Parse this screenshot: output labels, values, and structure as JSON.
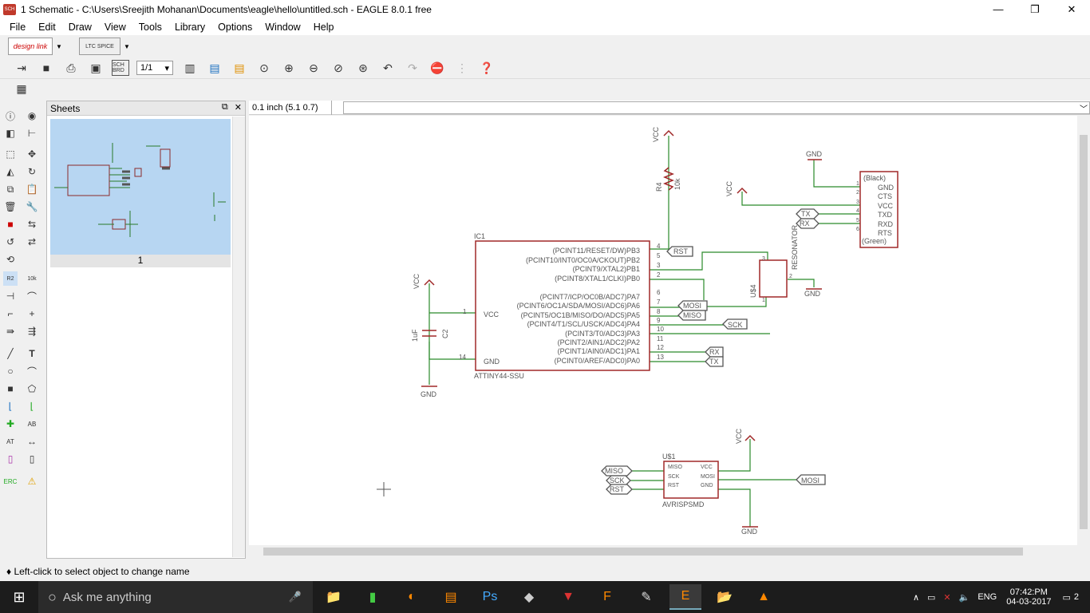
{
  "window": {
    "title": "1 Schematic - C:\\Users\\Sreejith Mohanan\\Documents\\eagle\\hello\\untitled.sch - EAGLE 8.0.1 free",
    "app_icon": "SCH",
    "minimize": "—",
    "restore": "❐",
    "close": "✕"
  },
  "menu": [
    "File",
    "Edit",
    "Draw",
    "View",
    "Tools",
    "Library",
    "Options",
    "Window",
    "Help"
  ],
  "toolbar": {
    "designlink": "design link",
    "ltspice": "LTC SPICE",
    "sheet_select": "1/1",
    "sch_brd": "SCH BRD"
  },
  "sheets": {
    "title": "Sheets",
    "page_label": "1"
  },
  "coord": {
    "value": "0.1 inch (5.1 0.7)"
  },
  "status": {
    "text": "♦ Left-click to select object to change name"
  },
  "taskbar": {
    "search_placeholder": "Ask me anything",
    "time": "07:42:PM",
    "date": "04-03-2017",
    "lang": "ENG",
    "notif_count": "2"
  },
  "schematic": {
    "ic": {
      "name": "IC1",
      "part": "ATTINY44-SSU",
      "left_pins": [
        {
          "num": "1",
          "label": "VCC"
        },
        {
          "num": "14",
          "label": "GND"
        }
      ],
      "right_pins": [
        {
          "num": "4",
          "label": "(PCINT11/RESET/DW)PB3"
        },
        {
          "num": "5",
          "label": "(PCINT10/INT0/OC0A/CKOUT)PB2"
        },
        {
          "num": "3",
          "label": "(PCINT9/XTAL2)PB1"
        },
        {
          "num": "2",
          "label": "(PCINT8/XTAL1/CLKI)PB0"
        },
        {
          "num": "6",
          "label": "(PCINT7/ICP/OC0B/ADC7)PA7"
        },
        {
          "num": "7",
          "label": "(PCINT6/OC1A/SDA/MOSI/ADC6)PA6"
        },
        {
          "num": "8",
          "label": "(PCINT5/OC1B/MISO/DO/ADC5)PA5"
        },
        {
          "num": "9",
          "label": "(PCINT4/T1/SCL/USCK/ADC4)PA4"
        },
        {
          "num": "10",
          "label": "(PCINT3/T0/ADC3)PA3"
        },
        {
          "num": "11",
          "label": "(PCINT2/AIN1/ADC2)PA2"
        },
        {
          "num": "12",
          "label": "(PCINT1/AIN0/ADC1)PA1"
        },
        {
          "num": "13",
          "label": "(PCINT0/AREF/ADC0)PA0"
        }
      ]
    },
    "resistor": {
      "name": "R4",
      "value": "10k"
    },
    "cap": {
      "name": "C2",
      "value": "1uF"
    },
    "resonator": {
      "name": "U$4",
      "label": "RESONATOR",
      "pins": [
        "3",
        "1",
        "2"
      ]
    },
    "ftdi": {
      "top": "(Black)",
      "bottom": "(Green)",
      "pins": [
        {
          "num": "1",
          "label": "GND"
        },
        {
          "num": "2",
          "label": "CTS"
        },
        {
          "num": "3",
          "label": "VCC"
        },
        {
          "num": "4",
          "label": "TXD"
        },
        {
          "num": "5",
          "label": "RXD"
        },
        {
          "num": "6",
          "label": "RTS"
        }
      ]
    },
    "isp": {
      "name": "U$1",
      "part": "AVRISPSMD",
      "left": [
        "MISO",
        "SCK",
        "RST"
      ],
      "right": [
        "VCC",
        "MOSI",
        "GND"
      ]
    },
    "supplies": {
      "vcc": "VCC",
      "gnd": "GND"
    },
    "netlabels": {
      "rst": "RST",
      "mosi": "MOSI",
      "miso": "MISO",
      "sck": "SCK",
      "rx": "RX",
      "tx": "TX"
    }
  }
}
